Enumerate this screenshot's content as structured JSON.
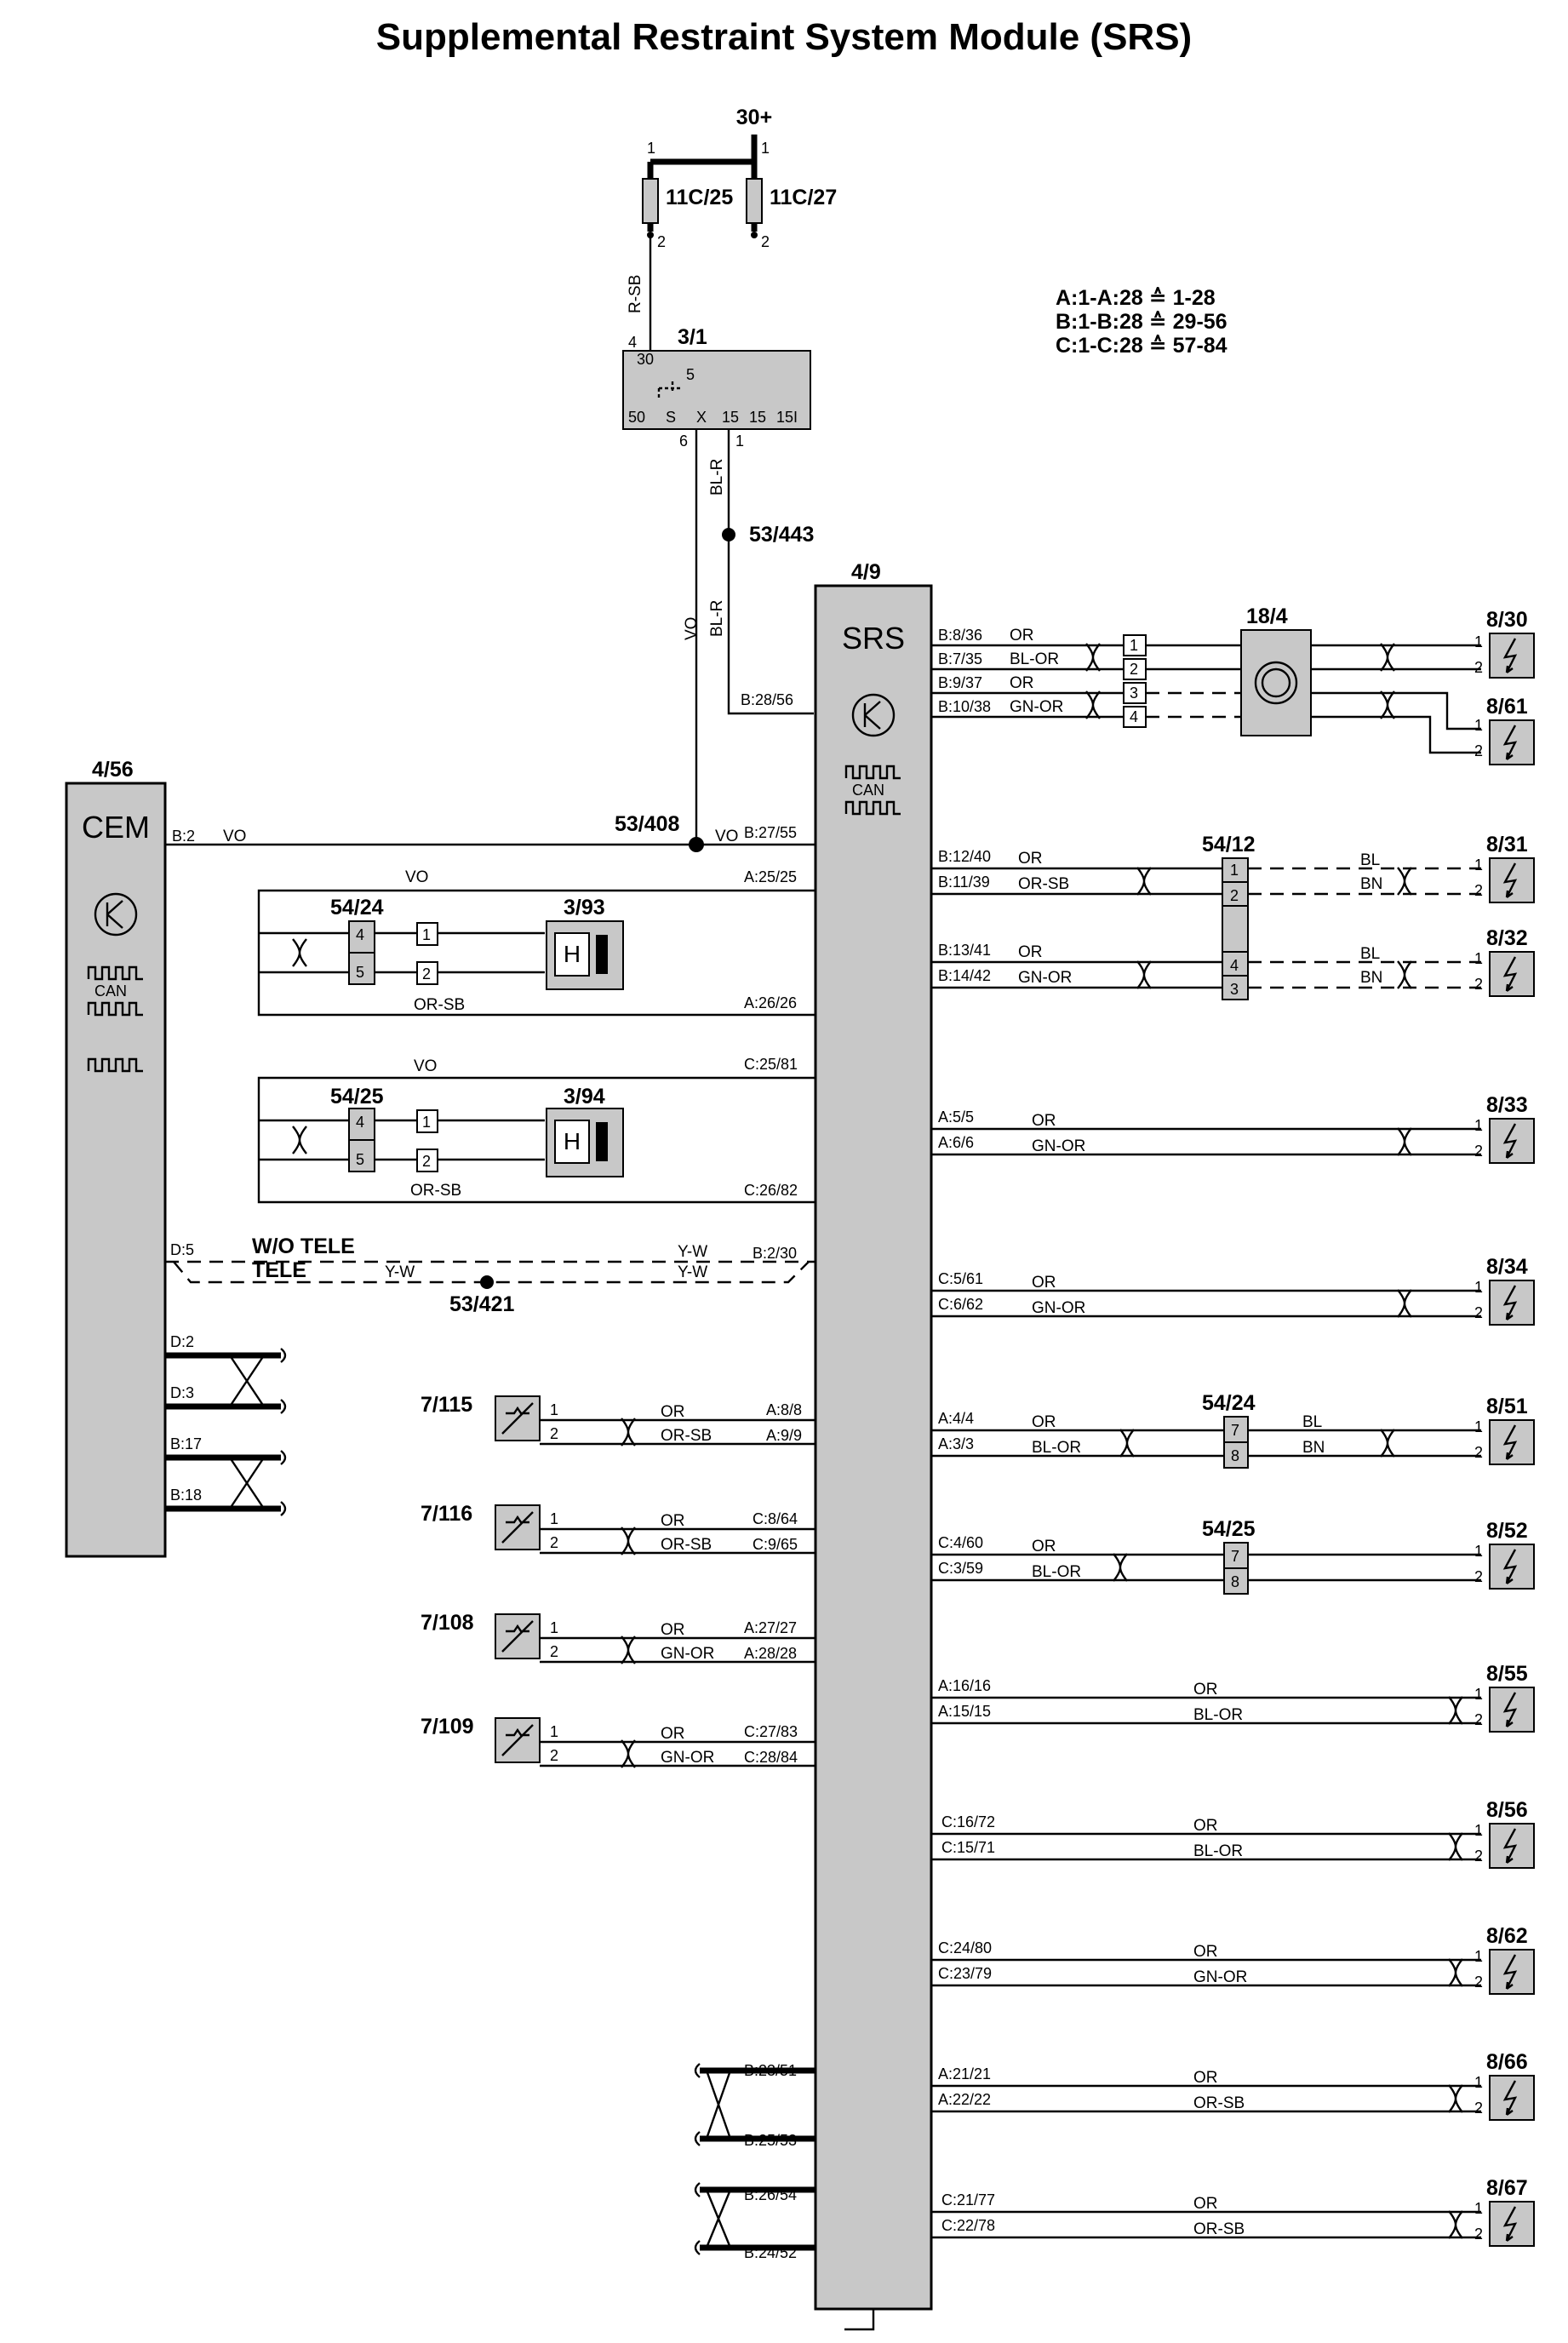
{
  "title": "Supplemental Restraint System Module (SRS)",
  "power_label": "30+",
  "fuses": {
    "f1": "11C/25",
    "f2": "11C/27"
  },
  "ignition_switch": {
    "id": "3/1",
    "terminals": [
      "50",
      "S",
      "X",
      "15",
      "15",
      "15I"
    ]
  },
  "pin_map": [
    "A:1-A:28 ≙ 1-28",
    "B:1-B:28 ≙ 29-56",
    "C:1-C:28 ≙ 57-84"
  ],
  "srs_module": {
    "id": "4/9",
    "name": "SRS"
  },
  "cem_module": {
    "id": "4/56",
    "name": "CEM"
  },
  "splices": {
    "s443": "53/443",
    "s408": "53/408",
    "s421": "53/421"
  },
  "connectors": {
    "c1812": "18/4",
    "c5412": "54/12",
    "c5424": "54/24",
    "c5425": "54/25",
    "c393": "3/93",
    "c394": "3/94"
  },
  "tele": {
    "without": "W/O TELE",
    "with": "TELE"
  },
  "sensors": [
    "7/115",
    "7/116",
    "7/108",
    "7/109"
  ],
  "airbags": [
    "8/30",
    "8/61",
    "8/31",
    "8/32",
    "8/33",
    "8/34",
    "8/51",
    "8/52",
    "8/55",
    "8/56",
    "8/62",
    "8/66",
    "8/67"
  ],
  "srs_pins_right": [
    "B:8/36",
    "B:7/35",
    "B:9/37",
    "B:10/38",
    "B:12/40",
    "B:11/39",
    "B:13/41",
    "B:14/42",
    "A:5/5",
    "A:6/6",
    "C:5/61",
    "C:6/62",
    "A:4/4",
    "A:3/3",
    "C:4/60",
    "C:3/59",
    "A:16/16",
    "A:15/15",
    "C:16/72",
    "C:15/71",
    "C:24/80",
    "C:23/79",
    "A:21/21",
    "A:22/22",
    "C:21/77",
    "C:22/78"
  ],
  "srs_pins_left": [
    "B:28/56",
    "B:27/55",
    "A:25/25",
    "A:26/26",
    "C:25/81",
    "C:26/82",
    "B:2/30",
    "A:8/8",
    "A:9/9",
    "C:8/64",
    "C:9/65",
    "A:27/27",
    "A:28/28",
    "C:27/83",
    "C:28/84",
    "B:23/51",
    "B:25/53",
    "B:26/54",
    "B:24/52"
  ],
  "cem_pins": [
    "B:2",
    "D:5",
    "D:2",
    "D:3",
    "B:17",
    "B:18"
  ],
  "wire_colors": {
    "r_sb": "R-SB",
    "vo": "VO",
    "bl_r": "BL-R",
    "or": "OR",
    "bl_or": "BL-OR",
    "gn_or": "GN-OR",
    "or_sb": "OR-SB",
    "bl": "BL",
    "bn": "BN",
    "y_w": "Y-W"
  },
  "misc": {
    "can": "CAN",
    "h": "H"
  }
}
